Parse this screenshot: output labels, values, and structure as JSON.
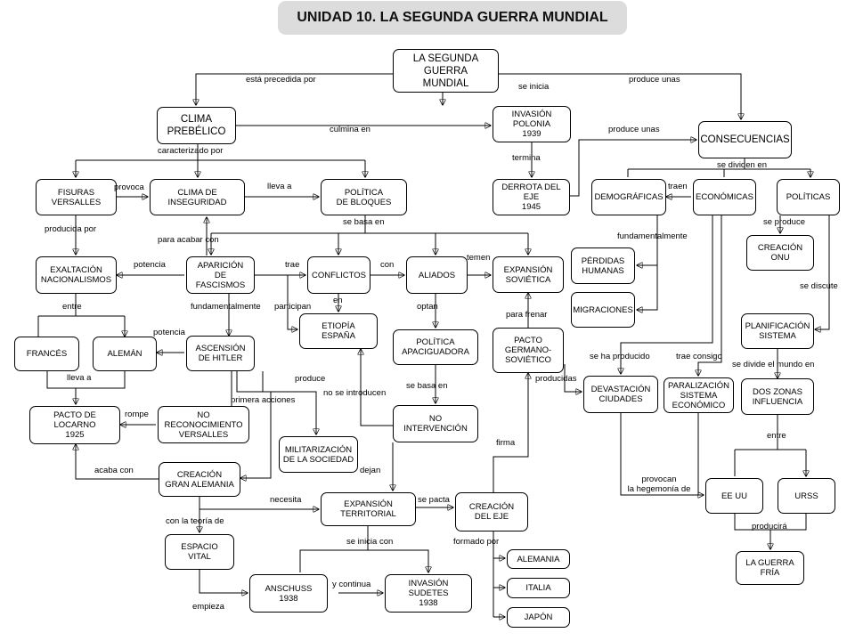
{
  "title": "UNIDAD 10. LA SEGUNDA GUERRA MUNDIAL",
  "nodes": {
    "root": "LA SEGUNDA\nGUERRA\nMUNDIAL",
    "clima": "CLIMA\nPREBÉLICO",
    "invasion_polonia": "INVASIÓN\nPOLONIA\n1939",
    "consecuencias": "CONSECUENCIAS",
    "fisuras": "FISURAS\nVERSALLES",
    "inseguridad": "CLIMA DE\nINSEGURIDAD",
    "bloques": "POLÍTICA\nDE BLOQUES",
    "derrota": "DERROTA DEL\nEJE\n1945",
    "demograficas": "DEMOGRÁFICAS",
    "economicas": "ECONÓMICAS",
    "politicas": "POLÍTICAS",
    "exaltacion": "EXALTACIÓN\nNACIONALISMOS",
    "fascismos": "APARICIÓN\nDE FASCISMOS",
    "conflictos": "CONFLICTOS",
    "aliados": "ALIADOS",
    "expansion_sov": "EXPANSIÓN\nSOVIÉTICA",
    "perdidas": "PÉRDIDAS\nHUMANAS",
    "onu": "CREACIÓN\nONU",
    "migraciones": "MIGRACIONES",
    "etiopia": "ETIOPÍA\nESPAÑA",
    "apaciguadora": "POLÍTICA\nAPACIGUADORA",
    "pacto_germano": "PACTO\nGERMANO-\nSOVIÉTICO",
    "planificacion": "PLANIFICACIÓN\nSISTEMA",
    "frances": "FRANCÉS",
    "aleman": "ALEMÁN",
    "hitler": "ASCENSIÓN\nDE HITLER",
    "devastacion": "DEVASTACIÓN\nCIUDADES",
    "paralizacion": "PARALIZACIÓN\nSISTEMA\nECONÓMICO",
    "dos_zonas": "DOS ZONAS\nINFLUENCIA",
    "locarno": "PACTO DE\nLOCARNO\n1925",
    "no_reconocimiento": "NO\nRECONOCIMIENTO\nVERSALLES",
    "no_intervencion": "NO\nINTERVENCIÓN",
    "militarizacion": "MILITARIZACIÓN\nDE LA SOCIEDAD",
    "gran_alemania": "CREACIÓN\nGRAN ALEMANIA",
    "expansion_terr": "EXPANSIÓN\nTERRITORIAL",
    "creacion_eje": "CREACIÓN\nDEL EJE",
    "eeuu": "EE UU",
    "urss": "URSS",
    "espacio_vital": "ESPACIO\nVITAL",
    "alemania": "ALEMANIA",
    "guerra_fria": "LA GUERRA\nFRÍA",
    "anschuss": "ANSCHUSS\n1938",
    "sudetes": "INVASIÓN\nSUDETES\n1938",
    "italia": "ITALIA",
    "japon": "JAPÓN"
  },
  "links": {
    "precedida": "está precedida por",
    "se_inicia": "se inicia",
    "produce_unas_1": "produce unas",
    "culmina": "culmina en",
    "produce_unas_2": "produce unas",
    "caracterizado": "caracterizado por",
    "termina": "termina",
    "dividen": "se dividen en",
    "provoca": "provoca",
    "lleva_a_1": "lleva a",
    "traen": "traen",
    "se_basa_1": "se basa en",
    "se_produce": "se produce",
    "producida_por": "producida por",
    "para_acabar": "para acabar con",
    "fundamentalmente_1": "fundamentalmente",
    "temen": "temen",
    "potencia_1": "potencia",
    "trae": "trae",
    "con": "con",
    "se_discute": "se discute",
    "en": "en",
    "entre_1": "entre",
    "fundamentalmente_2": "fundamentalmente",
    "participan": "participan",
    "optan": "optan",
    "para_frenar": "para frenar",
    "potencia_2": "potencia",
    "se_ha_producido": "se ha producido",
    "trae_consigo": "trae consigo",
    "divide_mundo": "se divide el mundo en",
    "lleva_a_2": "lleva a",
    "produce": "produce",
    "producidas": "producidas",
    "se_basa_2": "se basa en",
    "no_se_introducen": "no se introducen",
    "primera_acciones": "primera acciones",
    "rompe": "rompe",
    "entre_2": "entre",
    "firma": "firma",
    "acaba_con": "acaba con",
    "dejan": "dejan",
    "provocan": "provocan\nla hegemonía de",
    "necesita": "necesita",
    "se_pacta": "se pacta",
    "teoria": "con la teoría de",
    "se_inicia_con": "se inicia con",
    "formado_por": "formado por",
    "producira": "producirá",
    "y_continua": "y continua",
    "empieza": "empieza"
  }
}
